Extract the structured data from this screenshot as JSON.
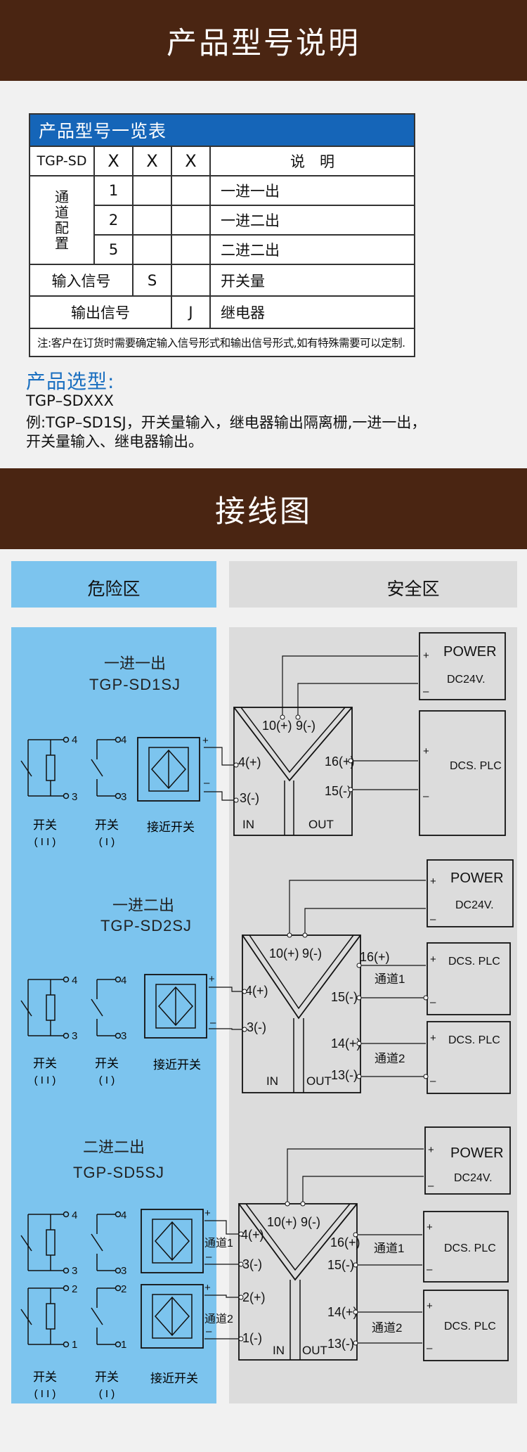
{
  "section1": {
    "title": "产品型号说明"
  },
  "table": {
    "heading": "产品型号一览表",
    "header": {
      "model": "TGP-SD",
      "x1": "X",
      "x2": "X",
      "x3": "X",
      "desc": "说　明"
    },
    "channel_label": [
      "通",
      "道",
      "配",
      "置"
    ],
    "channel_rows": [
      {
        "code": "1",
        "desc": "一进一出"
      },
      {
        "code": "2",
        "desc": "一进二出"
      },
      {
        "code": "5",
        "desc": "二进二出"
      }
    ],
    "input_row": {
      "label": "输入信号",
      "code": "S",
      "desc": "开关量"
    },
    "output_row": {
      "label": "输出信号",
      "code": "J",
      "desc": "继电器"
    },
    "note": "注:客户在订货时需要确定输入信号形式和输出信号形式,如有特殊需要可以定制."
  },
  "selection": {
    "title": "产品选型:",
    "model": "TGP–SDXXX",
    "example_line1": "例:TGP–SD1SJ，开关量输入，继电器输出隔离栅,一进一出，",
    "example_line2": "开关量输入、继电器输出。"
  },
  "section2": {
    "title": "接线图"
  },
  "zones": {
    "danger": "危险区",
    "safe": "安全区"
  },
  "diagrams": [
    {
      "name": "一进一出",
      "model": "TGP-SD1SJ",
      "power": "POWER",
      "dc": "DC24V.",
      "dcs": "DCS. PLC",
      "t_pwr_pos": "10(+)",
      "t_pwr_neg": "9(-)",
      "t_in_pos": "4(+)",
      "t_in_neg": "3(-)",
      "t_out_pos": "16(+)",
      "t_out_neg": "15(-)",
      "in_label": "IN",
      "out_label": "OUT",
      "switch2_label": "开关",
      "switch2_sub": "( I I )",
      "switch1_label": "开关",
      "switch1_sub": "( I )",
      "prox_label": "接近开关",
      "pin_a": "4",
      "pin_b": "3"
    },
    {
      "name": "一进二出",
      "model": "TGP-SD2SJ",
      "power": "POWER",
      "dc": "DC24V.",
      "dcs1": "DCS. PLC",
      "dcs2": "DCS. PLC",
      "t_pwr_pos": "10(+)",
      "t_pwr_neg": "9(-)",
      "t_in_pos": "4(+)",
      "t_in_neg": "3(-)",
      "t_out1_pos": "16(+)",
      "t_out1_neg": "15(-)",
      "t_out2_pos": "14(+)",
      "t_out2_neg": "13(-)",
      "ch1": "通道1",
      "ch2": "通道2",
      "in_label": "IN",
      "out_label": "OUT",
      "switch2_label": "开关",
      "switch2_sub": "( I I )",
      "switch1_label": "开关",
      "switch1_sub": "( I )",
      "prox_label": "接近开关",
      "pin_a": "4",
      "pin_b": "3"
    },
    {
      "name": "二进二出",
      "model": "TGP-SD5SJ",
      "power": "POWER",
      "dc": "DC24V.",
      "dcs1": "DCS. PLC",
      "dcs2": "DCS. PLC",
      "t_pwr_pos": "10(+)",
      "t_pwr_neg": "9(-)",
      "t_in1_pos": "4(+)",
      "t_in1_neg": "3(-)",
      "t_in2_pos": "2(+)",
      "t_in2_neg": "1(-)",
      "t_out1_pos": "16(+)",
      "t_out1_neg": "15(-)",
      "t_out2_pos": "14(+)",
      "t_out2_neg": "13(-)",
      "in_ch1": "通道1",
      "in_ch2": "通道2",
      "ch1": "通道1",
      "ch2": "通道2",
      "in_label": "IN",
      "out_label": "OUT",
      "switch2_label": "开关",
      "switch2_sub": "( I I )",
      "switch1_label": "开关",
      "switch1_sub": "( I )",
      "prox_label": "接近开关",
      "pin_a": "4",
      "pin_b": "3",
      "pin_c": "2",
      "pin_d": "1"
    }
  ],
  "colors": {
    "banner": "#4a2512",
    "table_head": "#1565b8",
    "danger_zone": "#7cc4ee",
    "safe_zone": "#dcdcdc",
    "accent_text": "#1a6fc0"
  }
}
